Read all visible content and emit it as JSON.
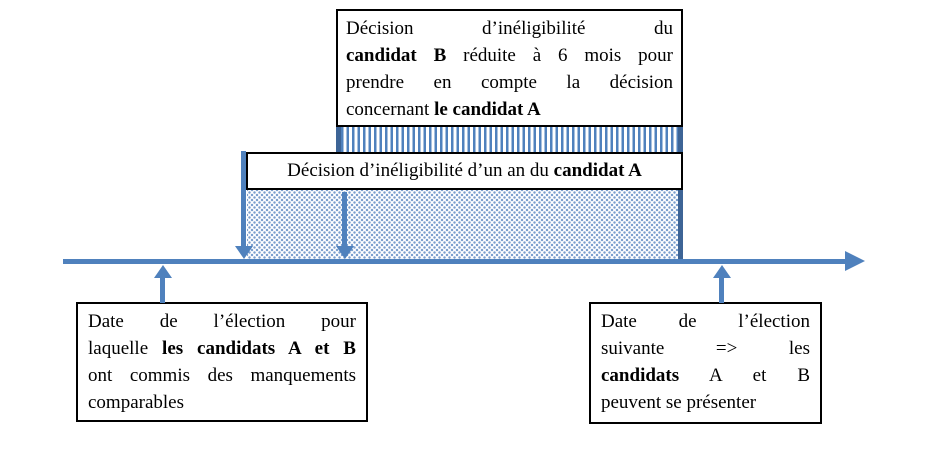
{
  "colors": {
    "accent": "#4f81bd",
    "accent_dark": "#3d6496",
    "dot": "#7da0cf"
  },
  "top_box": {
    "lines": [
      {
        "s": [
          {
            "t": "Décision d’inéligibilité du",
            "b": false
          }
        ]
      },
      {
        "s": [
          {
            "t": "candidat B",
            "b": true
          },
          {
            "t": " réduite à 6 mois pour",
            "b": false
          }
        ]
      },
      {
        "s": [
          {
            "t": "prendre en compte la décision",
            "b": false
          }
        ]
      },
      {
        "s": [
          {
            "t": "concernant ",
            "b": false
          },
          {
            "t": "le candidat A",
            "b": true
          }
        ]
      }
    ]
  },
  "middle_box": {
    "s": [
      {
        "t": "Décision d’inéligibilité d’un an du ",
        "b": false
      },
      {
        "t": "candidat A",
        "b": true
      }
    ]
  },
  "left_box": {
    "lines": [
      {
        "s": [
          {
            "t": "Date de l’élection pour",
            "b": false
          }
        ]
      },
      {
        "s": [
          {
            "t": "laquelle ",
            "b": false
          },
          {
            "t": "les candidats A et B",
            "b": true
          }
        ]
      },
      {
        "s": [
          {
            "t": "ont commis des manquements",
            "b": false
          }
        ]
      },
      {
        "s": [
          {
            "t": "comparables",
            "b": false
          }
        ]
      }
    ]
  },
  "right_box": {
    "lines": [
      {
        "s": [
          {
            "t": "Date de l’élection",
            "b": false
          }
        ]
      },
      {
        "s": [
          {
            "t": "suivante => les",
            "b": false
          }
        ]
      },
      {
        "s": [
          {
            "t": "candidats",
            "b": true
          },
          {
            "t": " A et B",
            "b": false
          }
        ]
      },
      {
        "s": [
          {
            "t": "peuvent se présenter",
            "b": false
          }
        ]
      }
    ]
  }
}
